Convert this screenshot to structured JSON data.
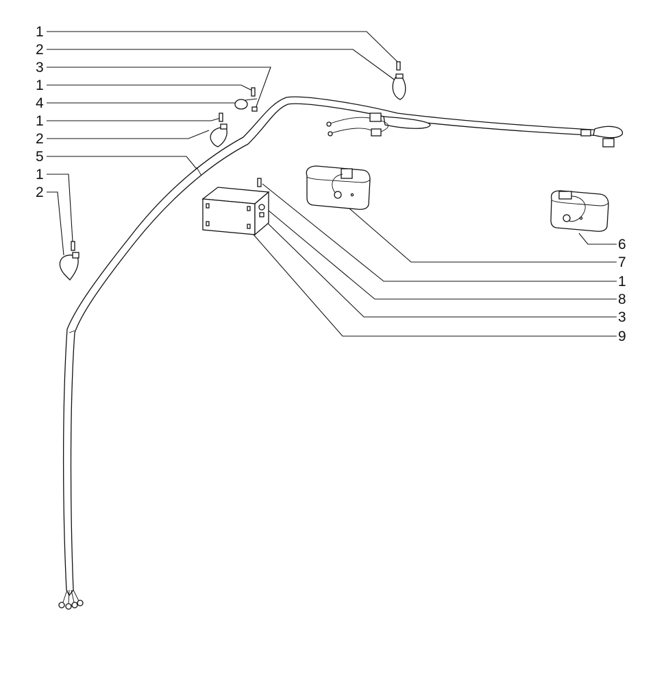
{
  "callouts_left": [
    "1",
    "2",
    "3",
    "1",
    "4",
    "1",
    "2",
    "5",
    "1",
    "2"
  ],
  "callouts_right": [
    "6",
    "7",
    "1",
    "8",
    "3",
    "9"
  ],
  "colors": {
    "line": "#111111",
    "fill": "#ffffff"
  }
}
